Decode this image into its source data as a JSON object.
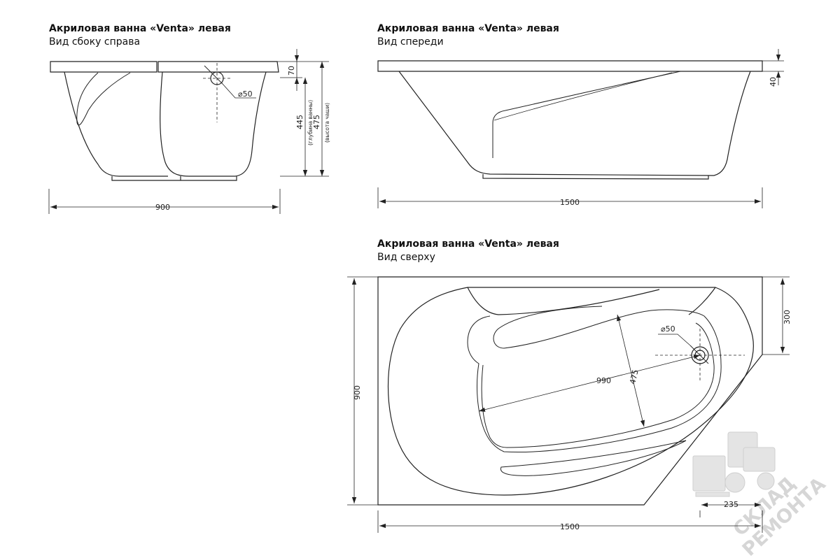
{
  "views": {
    "side": {
      "title": "Акриловая ванна «Venta» левая",
      "subtitle": "Вид сбоку справа"
    },
    "front": {
      "title": "Акриловая ванна «Venta» левая",
      "subtitle": "Вид спереди"
    },
    "top": {
      "title": "Акриловая ванна «Venta» левая",
      "subtitle": "Вид сверху"
    }
  },
  "dimensions": {
    "side_width": "900",
    "side_rim": "70",
    "side_depth": "445",
    "side_depth_note": "(глубина ванны)",
    "side_height": "475",
    "side_height_note": "(высота чаши)",
    "side_drain": "⌀50",
    "front_length": "1500",
    "front_rim": "40",
    "top_length": "1500",
    "top_width": "900",
    "top_offset": "300",
    "top_inner_length": "990",
    "top_inner_width": "475",
    "top_drain": "⌀50",
    "top_corner": "235"
  },
  "watermark": {
    "line1": "СКЛАД",
    "line2": "РЕМОНТА"
  }
}
